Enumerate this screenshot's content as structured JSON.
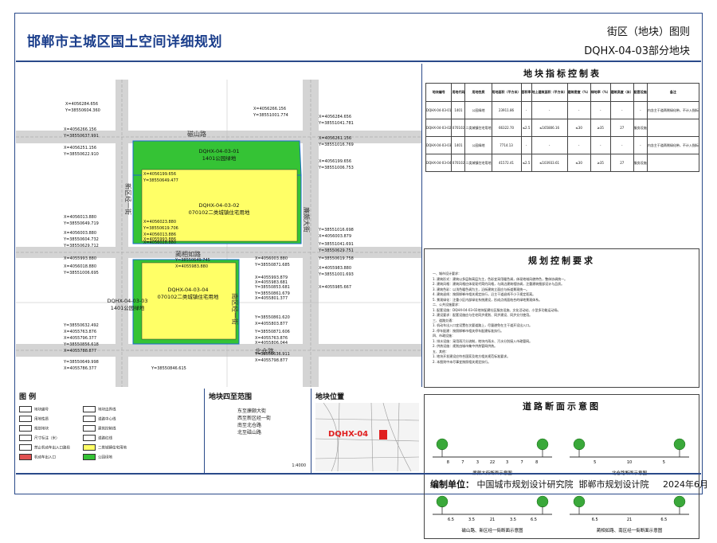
{
  "header": {
    "title": "邯郸市主城区国土空间详细规划",
    "subtitle1": "街区（地块）图则",
    "subtitle2": "DQHX-04-03部分地块"
  },
  "map": {
    "roads": [
      "磁山路",
      "新区经一街",
      "廉颇大街",
      "蔺相如路",
      "北仓路",
      "南区经一街"
    ],
    "parcels": [
      {
        "id": "DQHX-04-03-01",
        "use": "1401公园绿地"
      },
      {
        "id": "DQHX-04-03-02",
        "use": "070102二类城镇住宅用地"
      },
      {
        "id": "DQHX-04-03-04",
        "use": "070102二类城镇住宅用地"
      },
      {
        "id": "DQHX-04-03-03",
        "use": "1401公园绿地"
      }
    ],
    "colors": {
      "green": "#35c335",
      "yellow": "#ffff66",
      "road": "#bfbfbf"
    },
    "coords": [
      "X=4056284.656",
      "Y=38550604.360",
      "X=4056266.156",
      "Y=38551001.774",
      "X=4056284.656",
      "Y=38551041.781",
      "X=4056266.156",
      "Y=38550637.991",
      "X=4056261.156",
      "Y=38551016.769",
      "X=4056251.156",
      "Y=38550622.910",
      "X=4056199.656",
      "Y=38551006.753",
      "X=4056199.656",
      "Y=38550649.477",
      "X=4056013.880",
      "Y=38550649.719",
      "X=4056023.880",
      "Y=38550619.706",
      "X=4056003.880",
      "Y=38550604.732",
      "X=4056013.886",
      "X=4055993.886",
      "Y=38550629.712",
      "X=4056028.880",
      "Y=38551016.698",
      "X=4056003.879",
      "Y=38551041.691",
      "Y=38550629.751",
      "X=4055993.880",
      "Y=38550649.745",
      "X=4055983.880",
      "Y=38550619.758",
      "X=4056003.880",
      "Y=38550871.685",
      "X=4056018.880",
      "Y=38551006.695",
      "X=4055993.879",
      "X=4055983.880",
      "Y=38551001.693",
      "X=4055983.681",
      "Y=38550853.681",
      "X=4055985.667",
      "Y=38550861.679",
      "X=4055801.377",
      "Y=38550861.620",
      "X=4055803.877",
      "Y=38550632.492",
      "X=4055763.876",
      "Y=38550871.606",
      "X=4055763.876",
      "X=4055806.044",
      "X=4055796.377",
      "Y=38550856.618",
      "X=4055788.877",
      "Y=38550636.911",
      "X=4055798.877",
      "Y=38550649.998",
      "X=4055786.377",
      "Y=38550846.615"
    ]
  },
  "indicator_table": {
    "title": "地块指标控制表",
    "headers": [
      "地块编号",
      "用地代码",
      "用地性质",
      "用地面积（平方米）",
      "容积率",
      "地上建筑面积（平方米）",
      "建筑密度（%）",
      "绿地率（%）",
      "建筑高度（米）",
      "配套设施",
      "备注"
    ],
    "rows": [
      [
        "DQHX-04-03-01",
        "1401",
        "公园绿地",
        "23911.86",
        "-",
        "-",
        "-",
        "-",
        "-",
        "-",
        "内含主干道两侧绿化带，不计入指标"
      ],
      [
        "DQHX-04-03-02",
        "070102",
        "二类城镇住宅用地",
        "66322.70",
        "≤2.5",
        "≤165806.16",
        "≤30",
        "≥35",
        "27",
        "服务设施",
        ""
      ],
      [
        "DQHX-04-03-03",
        "1401",
        "公园绿地",
        "7714.13",
        "-",
        "-",
        "-",
        "-",
        "-",
        "-",
        "内含主干道两侧绿化带，不计入指标"
      ],
      [
        "DQHX-04-03-04",
        "070102",
        "二类城镇住宅用地",
        "41572.41",
        "≤2.5",
        "≤103933.61",
        "≤30",
        "≥35",
        "27",
        "服务设施",
        ""
      ]
    ]
  },
  "requirements": {
    "title": "规划控制要求",
    "lines": [
      "一、城市设计要求：",
      "1. 建筑形式：建筑以多层和高层为主，色彩宜采用暖色调，体现地域风貌特色，整体协调统一。",
      "2. 建筑风格：建筑风格应体现现代简约风格，与周边建筑相协调，注重建筑细部设计与品质。",
      "3. 建筑色彩：以浅色暖色调为主，沿街建筑立面应与街道景观统一。",
      "4. 建筑退线：按照邯郸市相关规定执行，沿主干道退线不小于规定距离。",
      "5. 景观绿化：注重小区内部绿化系统建设，形成点线面结合的绿地景观体系。",
      "二、公共设施要求：",
      "1. 配套设施：DQHX-04-03-02地块配建社区服务设施、文化活动站、小型多功能运动场。",
      "2. 建设要求：配套设施应与住宅同步规划、同步建设、同步交付使用。",
      "三、道路交通：",
      "1. 机动车出入口宜设置在次要道路上，尽量避免在主干道开设出入口。",
      "2. 停车配建：按照邯郸市相关停车配建标准执行。",
      "四、市政设施：",
      "1. 排水设施：采用雨污分流制，地块内雨水、污水分别接入市政管网。",
      "2. 供热设施：规划由城市集中供热管网供热。",
      "五、其他：",
      "1. 地块开发建设应符合国家及地方相关规范标准要求。",
      "2. 本图则中未尽事宜按照相关规定执行。"
    ]
  },
  "road_sections": {
    "title": "道路断面示意图",
    "sections": [
      {
        "name": "廉颇大街断面示意图",
        "widths": [
          "8",
          "7",
          "3",
          "22",
          "3",
          "7",
          "8"
        ]
      },
      {
        "name": "北仓路断面示意图",
        "widths": [
          "5",
          "10",
          "5"
        ]
      },
      {
        "name": "磁山路、新区经一街断面示意图",
        "widths": [
          "6.5",
          "3.5",
          "21",
          "3.5",
          "6.5"
        ]
      },
      {
        "name": "蔺相如路、南区经一街断面示意图",
        "widths": [
          "6.5",
          "21",
          "6.5"
        ]
      }
    ]
  },
  "legend": {
    "title": "图 例",
    "items": [
      "地块编号",
      "用地性质",
      "规划地块",
      "尺寸标注（米）",
      "禁止机动车出入口路段",
      "机动车出入口",
      "地块边界线",
      "道路中心线",
      "建筑控制线",
      "道路红线",
      "二类城镇住宅用地",
      "公园绿地"
    ],
    "scope_title": "地块四至范围",
    "scope": [
      "东至廉颇大街",
      "西至新区经一街",
      "南至北仓路",
      "北至磁山路"
    ],
    "location_title": "地块位置",
    "location_label": "DQHX-04",
    "scale": "1:4000"
  },
  "footer": {
    "label": "编制单位：",
    "org1": "中国城市规划设计研究院",
    "org2": "邯郸市规划设计院",
    "date": "2024年6月"
  }
}
